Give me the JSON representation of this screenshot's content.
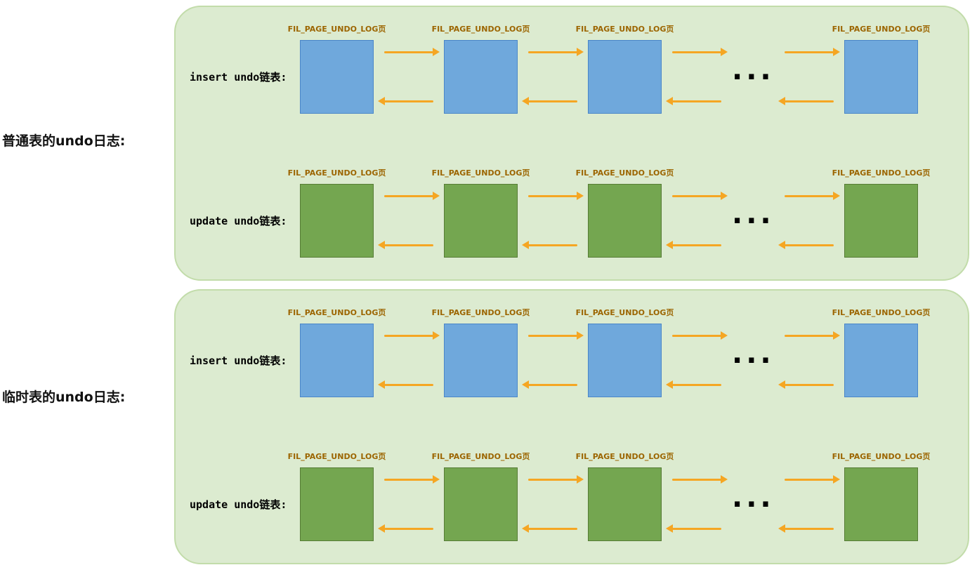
{
  "page_label": "FIL_PAGE_UNDO_LOG页",
  "ellipsis": "...",
  "sections": [
    {
      "title": "普通表的undo日志:",
      "rows": [
        {
          "label": "insert undo链表:",
          "box_color_name": "blue"
        },
        {
          "label": "update undo链表:",
          "box_color_name": "green"
        }
      ]
    },
    {
      "title": "临时表的undo日志:",
      "rows": [
        {
          "label": "insert undo链表:",
          "box_color_name": "blue"
        },
        {
          "label": "update undo链表:",
          "box_color_name": "green"
        }
      ]
    }
  ],
  "colors": {
    "panel_background": "#dcebd0",
    "panel_border": "#c2dcaa",
    "insert_box": "#6fa8dc",
    "insert_box_border": "#4a86c8",
    "update_box": "#74a650",
    "update_box_border": "#567c35",
    "arrow": "#f5a623",
    "page_label_text": "#9c6500"
  }
}
